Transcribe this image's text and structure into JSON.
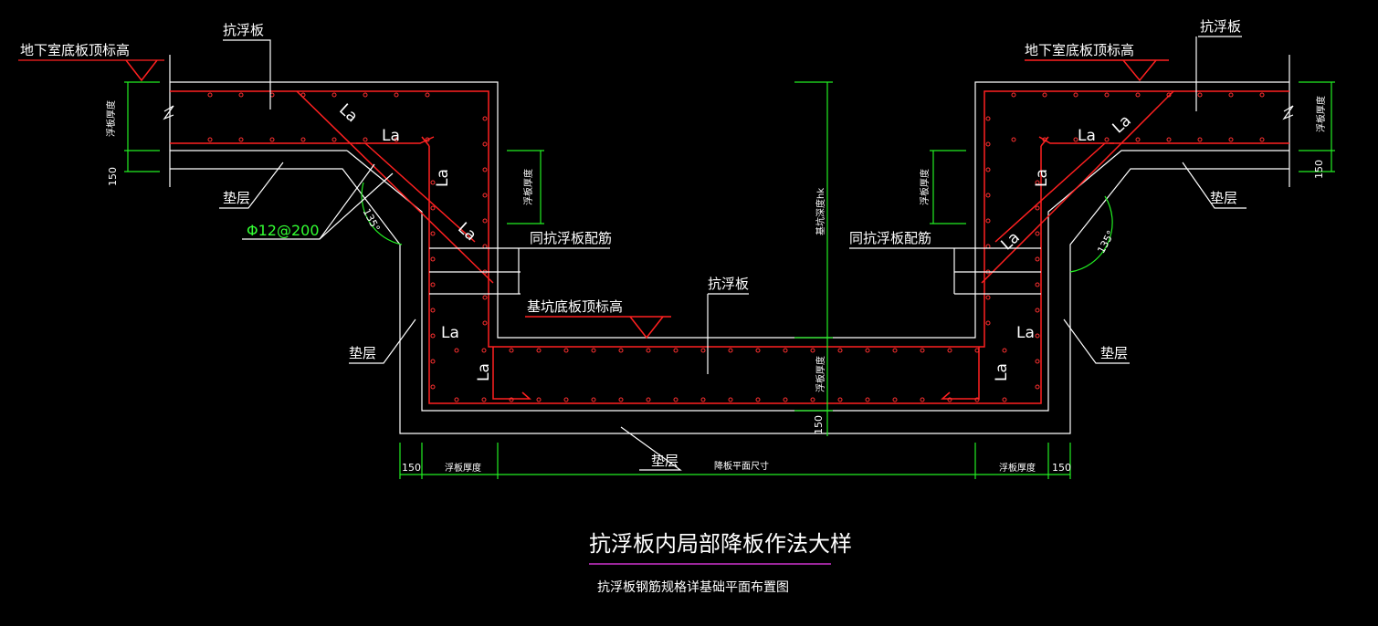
{
  "title": "抗浮板内局部降板作法大样",
  "subtitle": "抗浮板钢筋规格详基础平面布置图",
  "labels": {
    "anti_float_slab": "抗浮板",
    "basement_top_elev": "地下室底板顶标高",
    "cushion": "垫层",
    "same_rebar": "同抗浮板配筋",
    "pit_top_elev": "基坑底板顶标高",
    "anchor": "La",
    "rebar_spec": "Φ12@200",
    "angle": "135°"
  },
  "dimensions": {
    "d150": "150",
    "slab_thickness": "浮板厚度",
    "drop_size": "降板平面尺寸",
    "pit_depth": "基坑深度hk"
  },
  "colors": {
    "background": "#000000",
    "outline": "#ffffff",
    "rebar": "#ff2020",
    "dimension": "#22ee22",
    "title_underline": "#cc33cc"
  }
}
